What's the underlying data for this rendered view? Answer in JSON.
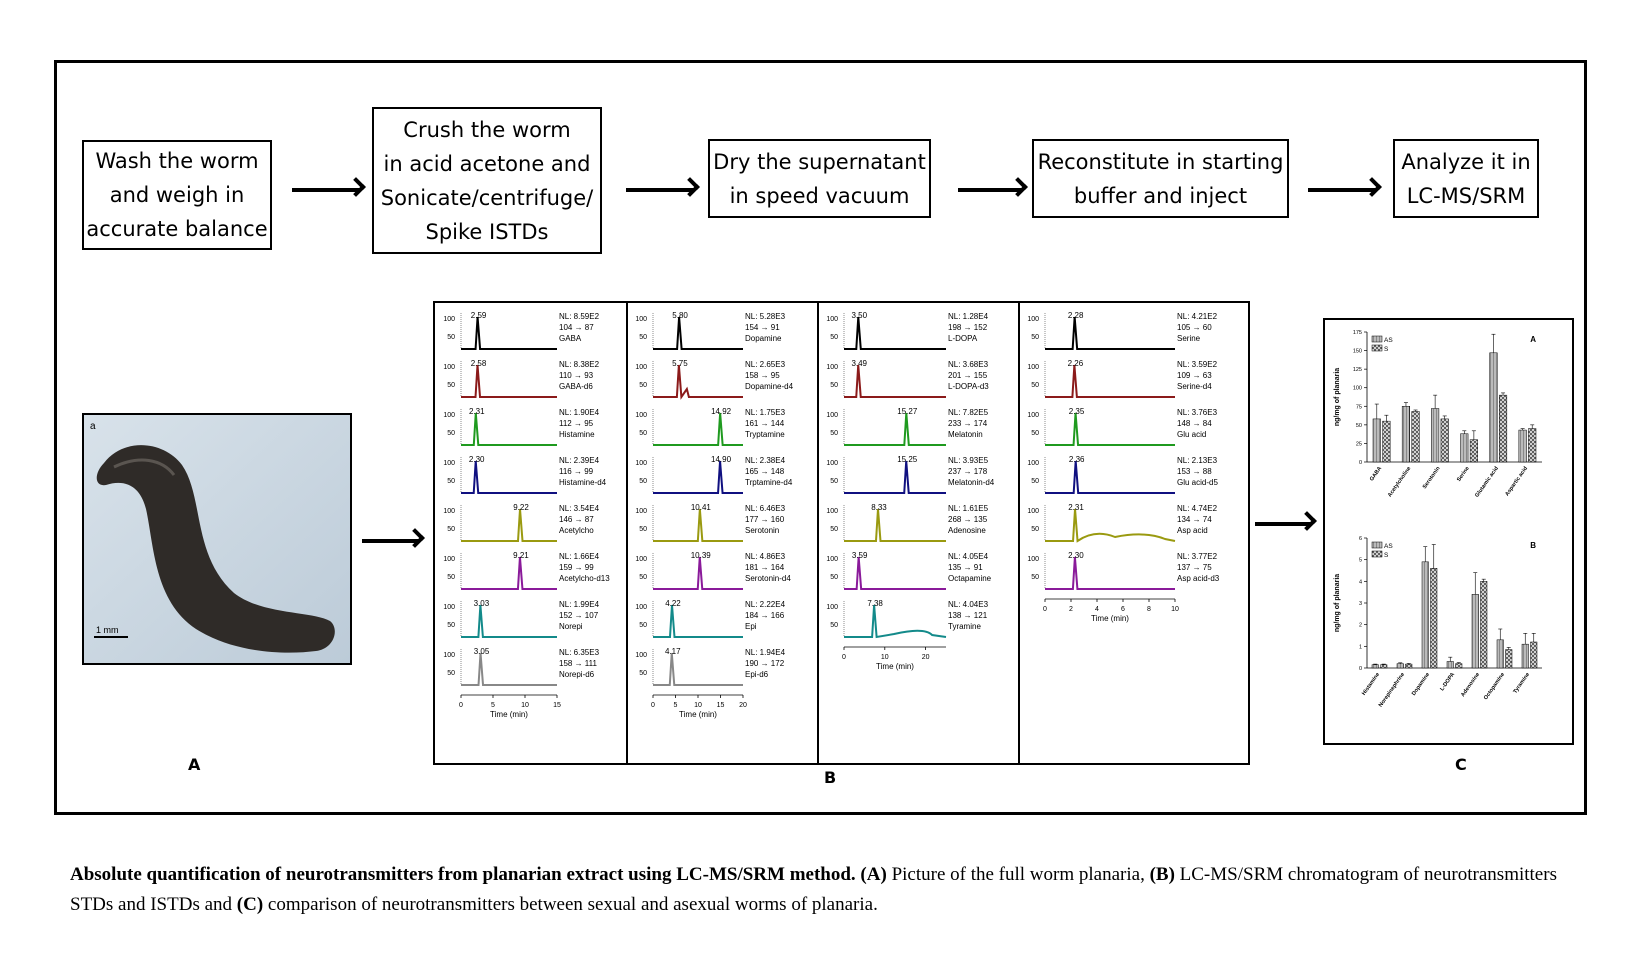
{
  "steps": [
    "Wash the worm\nand weigh in\naccurate balance",
    "Crush  the worm\nin acid acetone and\nSonicate/centrifuge/\nSpike ISTDs",
    "Dry the supernatant\nin speed vacuum",
    "Reconstitute in starting\nbuffer and inject",
    "Analyze it in\nLC-MS/SRM"
  ],
  "panel_labels": {
    "a": "A",
    "b": "B",
    "c": "C"
  },
  "photo": {
    "corner_label": "a",
    "scale_bar": "1 mm"
  },
  "chromatograms": {
    "y_ticks": [
      "100",
      "50"
    ],
    "x_label": "Time (min)",
    "columns": [
      {
        "x_ticks": [
          "0",
          "5",
          "10",
          "15"
        ],
        "xmax": 15,
        "traces": [
          {
            "rt": "2.59",
            "nl": "NL: 8.59E2",
            "trans": "104 → 87",
            "name": "GABA",
            "color": "#000000",
            "peak": 2.59
          },
          {
            "rt": "2.58",
            "nl": "NL: 8.38E2",
            "trans": "110 → 93",
            "name": "GABA-d6",
            "color": "#8b1a1a",
            "peak": 2.58
          },
          {
            "rt": "2.31",
            "nl": "NL: 1.90E4",
            "trans": "112 → 95",
            "name": "Histamine",
            "color": "#1f9a1f",
            "peak": 2.31
          },
          {
            "rt": "2.30",
            "nl": "NL: 2.39E4",
            "trans": "116 → 99",
            "name": "Histamine-d4",
            "color": "#101080",
            "peak": 2.3
          },
          {
            "rt": "9.22",
            "nl": "NL: 3.54E4",
            "trans": "146 → 87",
            "name": "Acetylcho",
            "color": "#9a9a10",
            "peak": 9.22
          },
          {
            "rt": "9.21",
            "nl": "NL: 1.66E4",
            "trans": "159 → 99",
            "name": "Acetylcho-d13",
            "color": "#8a1a9a",
            "peak": 9.21
          },
          {
            "rt": "3.03",
            "nl": "NL: 1.99E4",
            "trans": "152 → 107",
            "name": "Norepi",
            "color": "#138a8a",
            "peak": 3.03
          },
          {
            "rt": "3.05",
            "nl": "NL: 6.35E3",
            "trans": "158 → 111",
            "name": "Norepi-d6",
            "color": "#888888",
            "peak": 3.05
          }
        ]
      },
      {
        "x_ticks": [
          "0",
          "5",
          "10",
          "15",
          "20"
        ],
        "xmax": 20,
        "traces": [
          {
            "rt": "5.80",
            "nl": "NL: 5.28E3",
            "trans": "154 → 91",
            "name": "Dopamine",
            "color": "#000000",
            "peak": 5.8
          },
          {
            "rt": "5.75",
            "nl": "NL: 2.65E3",
            "trans": "158 → 95",
            "name": "Dopamine-d4",
            "color": "#8b1a1a",
            "peak": 5.75
          },
          {
            "rt": "14.92",
            "nl": "NL: 1.75E3",
            "trans": "161 → 144",
            "name": "Tryptamine",
            "color": "#1f9a1f",
            "peak": 14.92
          },
          {
            "rt": "14.90",
            "nl": "NL: 2.38E4",
            "trans": "165 → 148",
            "name": "Trptamine-d4",
            "color": "#101080",
            "peak": 14.9
          },
          {
            "rt": "10.41",
            "nl": "NL: 6.46E3",
            "trans": "177 → 160",
            "name": "Serotonin",
            "color": "#9a9a10",
            "peak": 10.41
          },
          {
            "rt": "10.39",
            "nl": "NL: 4.86E3",
            "trans": "181 → 164",
            "name": "Serotonin-d4",
            "color": "#8a1a9a",
            "peak": 10.39
          },
          {
            "rt": "4.22",
            "nl": "NL: 2.22E4",
            "trans": "184 → 166",
            "name": "Epi",
            "color": "#138a8a",
            "peak": 4.22
          },
          {
            "rt": "4.17",
            "nl": "NL: 1.94E4",
            "trans": "190 → 172",
            "name": "Epi-d6",
            "color": "#888888",
            "peak": 4.17
          }
        ]
      },
      {
        "x_ticks": [
          "0",
          "10",
          "20"
        ],
        "xmax": 25,
        "traces": [
          {
            "rt": "3.50",
            "nl": "NL: 1.28E4",
            "trans": "198 → 152",
            "name": "L-DOPA",
            "color": "#000000",
            "peak": 3.5
          },
          {
            "rt": "3.49",
            "nl": "NL: 3.68E3",
            "trans": "201 → 155",
            "name": "L-DOPA-d3",
            "color": "#8b1a1a",
            "peak": 3.49
          },
          {
            "rt": "15.27",
            "nl": "NL: 7.82E5",
            "trans": "233 → 174",
            "name": "Melatonin",
            "color": "#1f9a1f",
            "peak": 15.27
          },
          {
            "rt": "15.25",
            "nl": "NL: 3.93E5",
            "trans": "237 → 178",
            "name": "Melatonin-d4",
            "color": "#101080",
            "peak": 15.25
          },
          {
            "rt": "8.33",
            "nl": "NL: 1.61E5",
            "trans": "268 → 135",
            "name": "Adenosine",
            "color": "#9a9a10",
            "peak": 8.33
          },
          {
            "rt": "3.59",
            "nl": "NL: 4.05E4",
            "trans": "135 → 91",
            "name": "Octapamine",
            "color": "#8a1a9a",
            "peak": 3.59
          },
          {
            "rt": "7.38",
            "nl": "NL: 4.04E3",
            "trans": "138 → 121",
            "name": "Tyramine",
            "color": "#138a8a",
            "peak": 7.38
          }
        ]
      },
      {
        "x_ticks": [
          "0",
          "2",
          "4",
          "6",
          "8",
          "10"
        ],
        "xmax": 10,
        "traces": [
          {
            "rt": "2.28",
            "nl": "NL: 4.21E2",
            "trans": "105 → 60",
            "name": "Serine",
            "color": "#000000",
            "peak": 2.28
          },
          {
            "rt": "2.26",
            "nl": "NL: 3.59E2",
            "trans": "109 → 63",
            "name": "Serine-d4",
            "color": "#8b1a1a",
            "peak": 2.26
          },
          {
            "rt": "2.35",
            "nl": "NL: 3.76E3",
            "trans": "148 → 84",
            "name": "Glu acid",
            "color": "#1f9a1f",
            "peak": 2.35
          },
          {
            "rt": "2.36",
            "nl": "NL: 2.13E3",
            "trans": "153 → 88",
            "name": "Glu acid-d5",
            "color": "#101080",
            "peak": 2.36
          },
          {
            "rt": "2.31",
            "nl": "NL: 4.74E2",
            "trans": "134 → 74",
            "name": "Asp acid",
            "color": "#9a9a10",
            "peak": 2.31
          },
          {
            "rt": "2.30",
            "nl": "NL: 3.77E2",
            "trans": "137 → 75",
            "name": "Asp acid-d3",
            "color": "#8a1a9a",
            "peak": 2.3
          }
        ]
      }
    ]
  },
  "chart_data": [
    {
      "type": "bar",
      "panel": "A",
      "ylabel": "ng/mg of planaria",
      "ylim": [
        0,
        175
      ],
      "yticks": [
        "175",
        "150",
        "125",
        "100",
        "75",
        "50",
        "25",
        "0"
      ],
      "categories": [
        "GABA",
        "Acetylcholine",
        "Serotonin",
        "Serine",
        "Glutamic acid",
        "Aspartic acid"
      ],
      "series": [
        {
          "name": "AS",
          "values": [
            58,
            75,
            72,
            38,
            147,
            43
          ],
          "errors": [
            20,
            5,
            18,
            4,
            25,
            2
          ]
        },
        {
          "name": "S",
          "values": [
            55,
            68,
            58,
            30,
            90,
            45
          ],
          "errors": [
            8,
            2,
            4,
            12,
            3,
            5
          ]
        }
      ]
    },
    {
      "type": "bar",
      "panel": "B",
      "ylabel": "ng/mg of planaria",
      "ylim": [
        0,
        6
      ],
      "yticks": [
        "6",
        "5",
        "4",
        "3",
        "2",
        "1",
        "0"
      ],
      "categories": [
        "Histamine",
        "Norepinephrine",
        "Dopamine",
        "L-DOPA",
        "Adenosine",
        "Octopamine",
        "Tyramine"
      ],
      "series": [
        {
          "name": "AS",
          "values": [
            0.15,
            0.2,
            4.9,
            0.3,
            3.4,
            1.3,
            1.1
          ],
          "errors": [
            0.03,
            0.04,
            0.7,
            0.2,
            1.0,
            0.5,
            0.5
          ]
        },
        {
          "name": "S",
          "values": [
            0.15,
            0.18,
            4.6,
            0.2,
            4.0,
            0.85,
            1.2
          ],
          "errors": [
            0.03,
            0.03,
            1.1,
            0.05,
            0.1,
            0.1,
            0.4
          ]
        }
      ]
    }
  ],
  "caption": {
    "bold_title": "Absolute quantification of neurotransmitters from planarian extract using LC-MS/SRM method.",
    "a_label": "(A)",
    "a_text": "Picture of the full worm planaria,",
    "b_label": "(B)",
    "b_text": "LC-MS/SRM chromatogram of neurotransmitters STDs and  ISTDs and",
    "c_label": "(C)",
    "c_text": "comparison of neurotransmitters between sexual and asexual worms of planaria."
  }
}
